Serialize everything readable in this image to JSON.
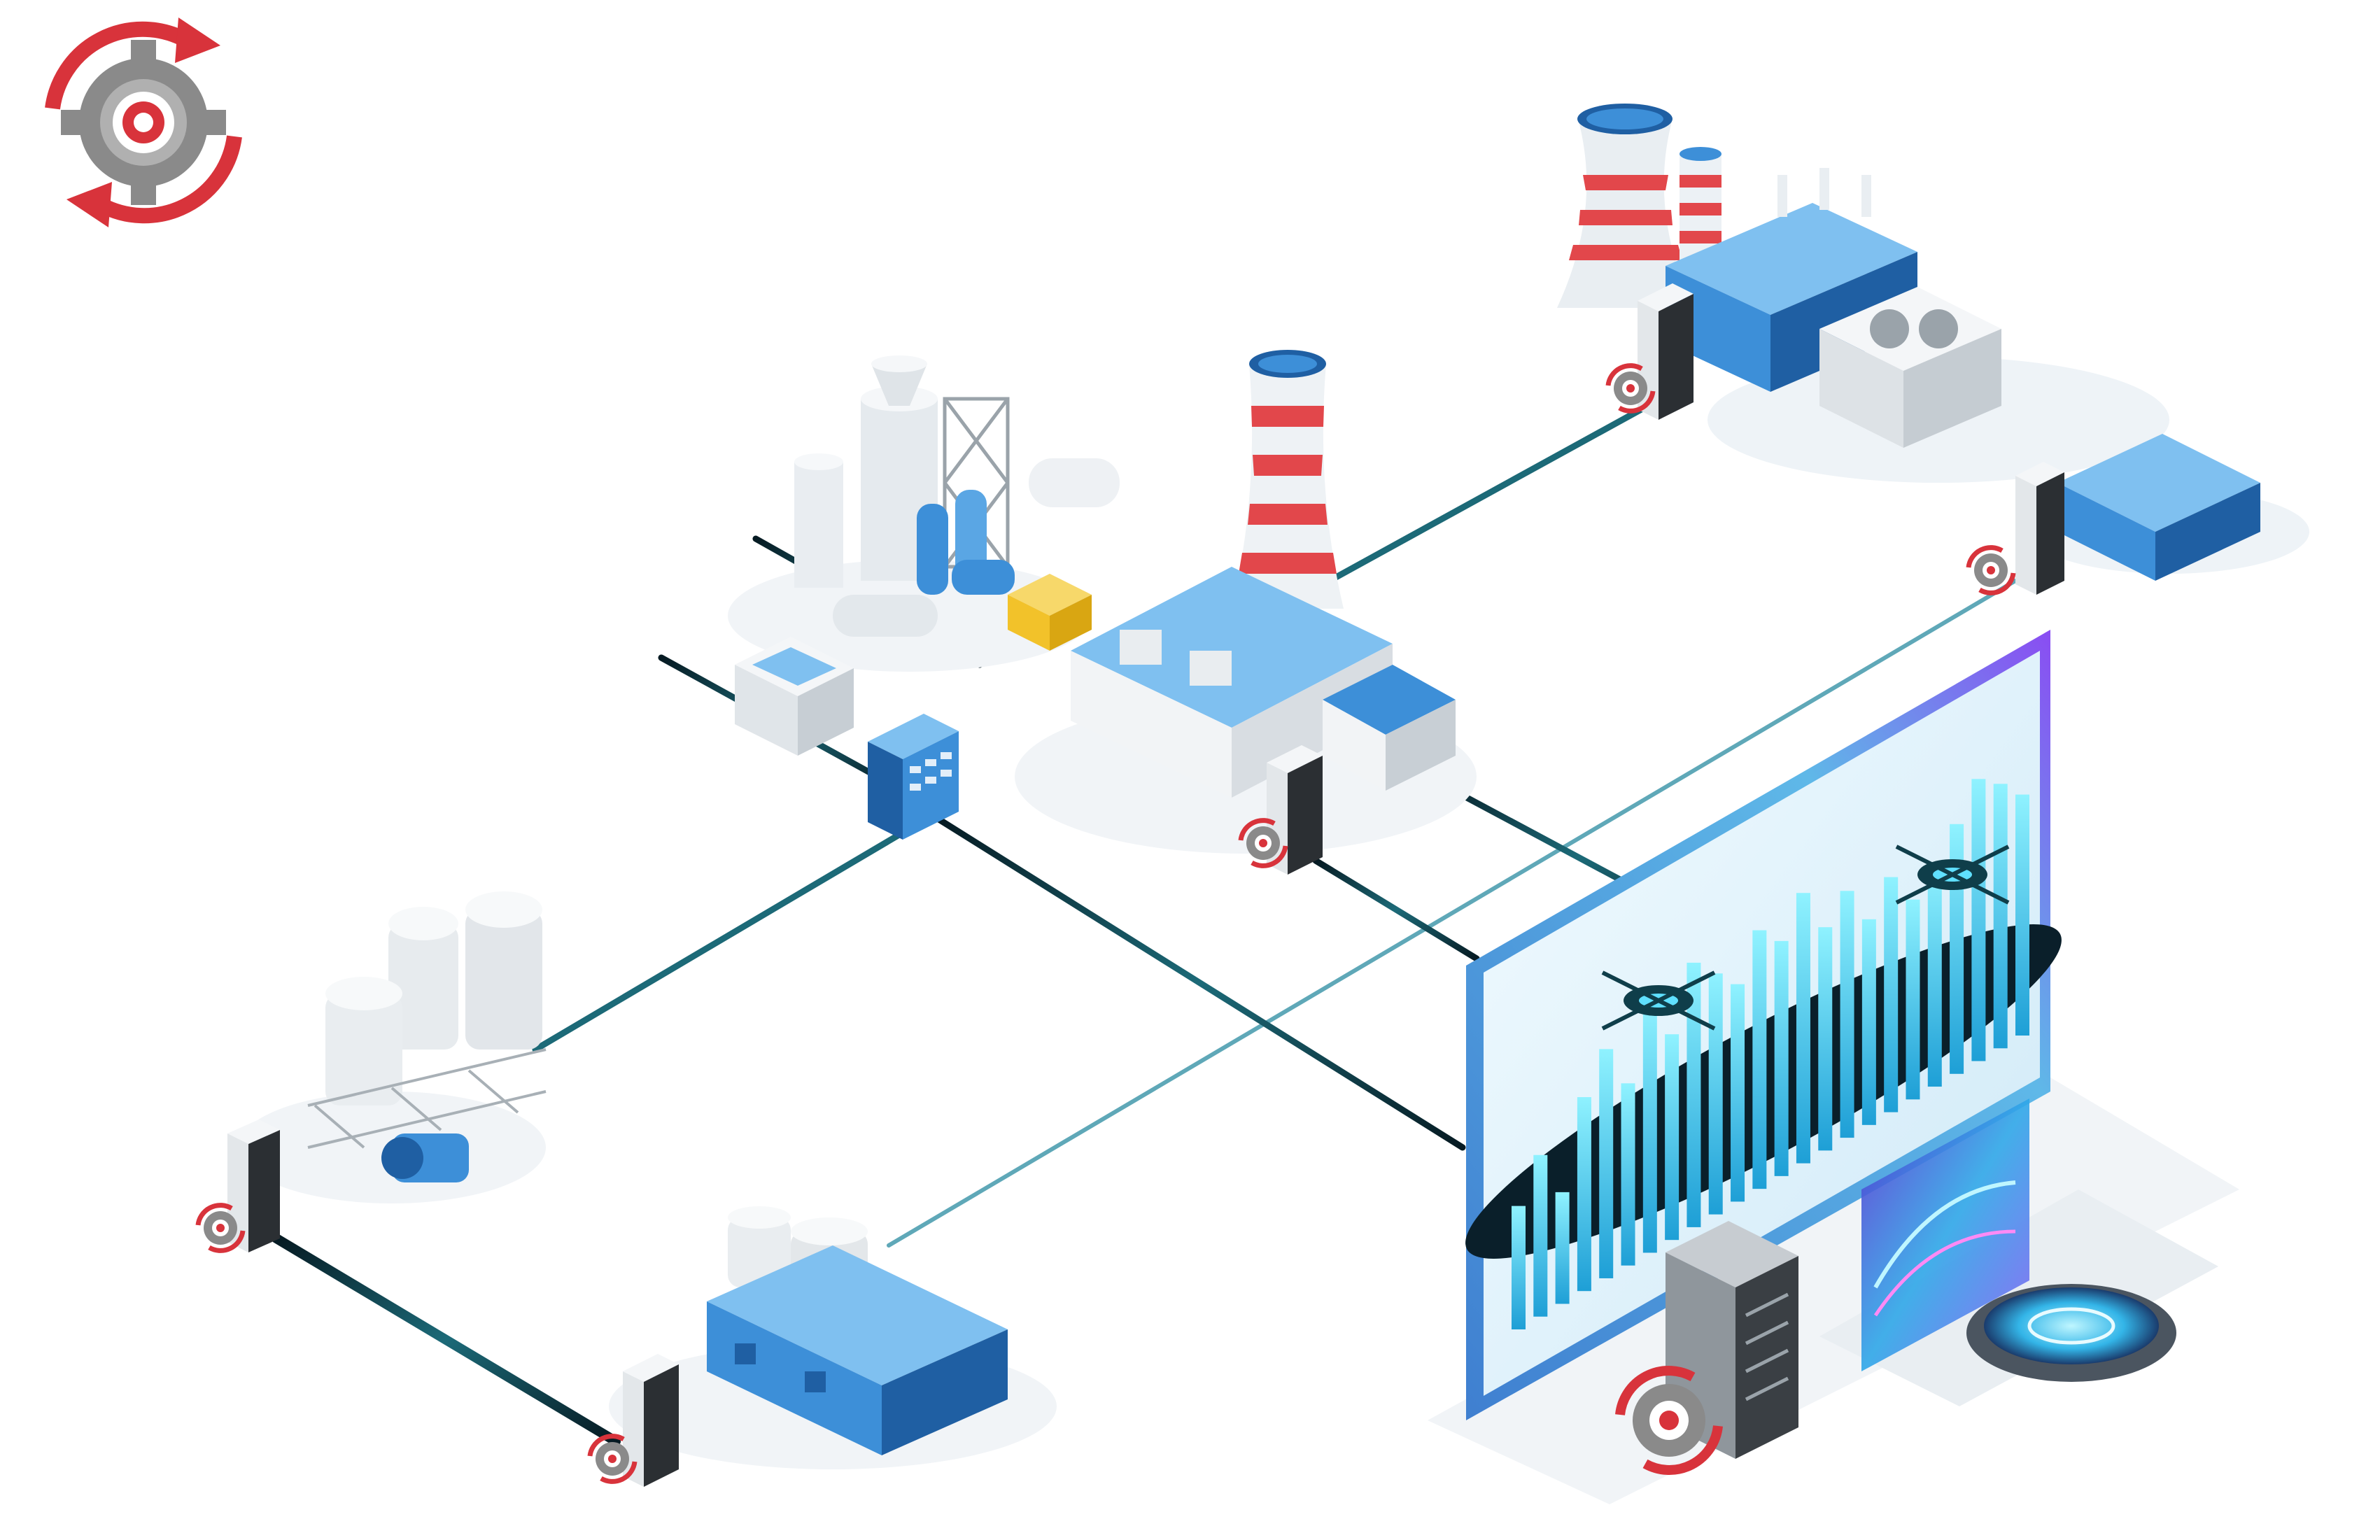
{
  "colors": {
    "background": "#ffffff",
    "primary_blue": "#3d8fd8",
    "light_blue": "#7fc0f0",
    "dark_blue": "#1f5fa3",
    "chimney_red": "#e2474b",
    "sync_icon_red": "#d8333b",
    "sync_icon_gray": "#7a7a7a",
    "connection_line": "#0f3e4a",
    "screen_bg": "#e6f4fb",
    "bar_cyan": "#3fd4f2",
    "gradient_purple": "#7a3cf0",
    "generator_yellow": "#f2c22a"
  },
  "nodes": [
    {
      "id": "sync-logo",
      "icon": "gear-sync-icon"
    },
    {
      "id": "power-plant-top-right",
      "icon": "power-plant-icon"
    },
    {
      "id": "warehouse-right",
      "icon": "warehouse-icon"
    },
    {
      "id": "main-factory",
      "icon": "factory-icon"
    },
    {
      "id": "refinery",
      "icon": "refinery-icon"
    },
    {
      "id": "water-tank",
      "icon": "water-tank-icon"
    },
    {
      "id": "control-panel",
      "icon": "control-panel-icon"
    },
    {
      "id": "storage-tanks-left",
      "icon": "storage-tanks-icon"
    },
    {
      "id": "factory-bottom",
      "icon": "factory-icon"
    },
    {
      "id": "analytics-monitor",
      "icon": "monitor-chart-icon"
    },
    {
      "id": "server-rack",
      "icon": "server-rack-icon"
    },
    {
      "id": "data-hologram",
      "icon": "hologram-icon"
    }
  ],
  "monitor_bars": [
    0.42,
    0.55,
    0.38,
    0.66,
    0.78,
    0.62,
    0.86,
    0.7,
    0.9,
    0.82,
    0.74,
    0.88,
    0.8,
    0.92,
    0.76,
    0.84,
    0.7,
    0.8,
    0.68,
    0.75,
    0.85,
    0.96,
    0.9,
    0.82
  ]
}
